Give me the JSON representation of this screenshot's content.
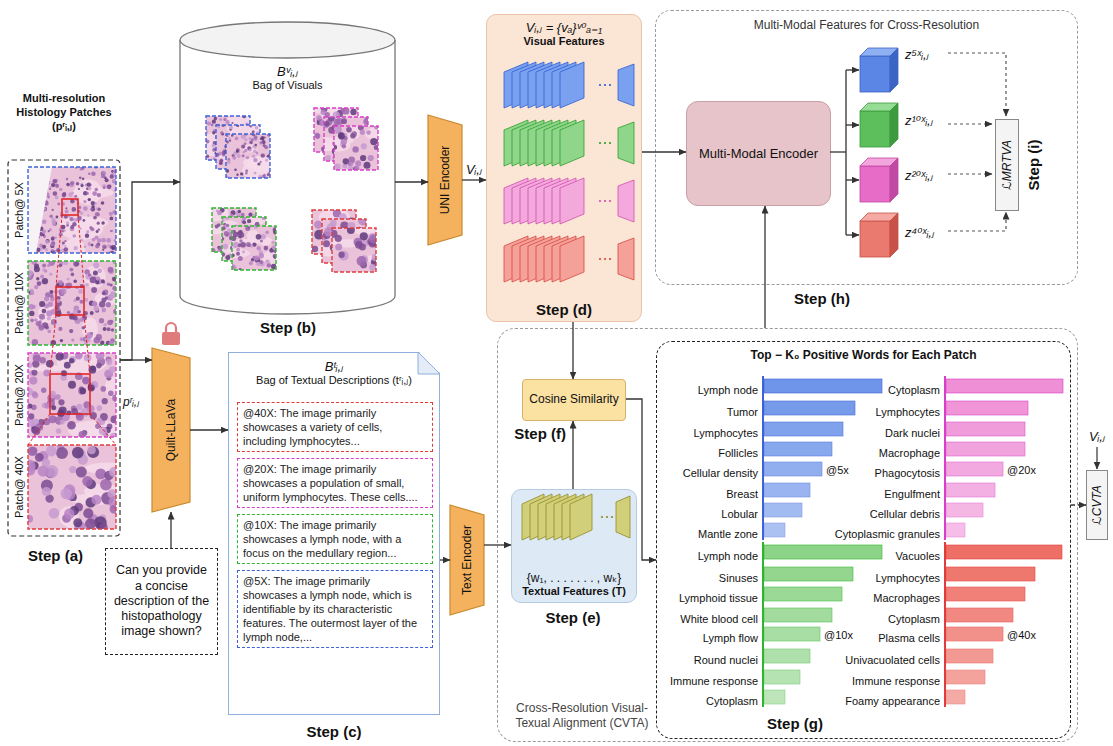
{
  "diagram": {
    "nodes": [
      {
        "text": [
          "Multi-resolution Histology Patches (pʳᵢ,ⱼ)"
        ]
      },
      {
        "text": [
          "Patch@ 5X"
        ],
        "in": 0
      },
      {
        "text": [
          "Patch@ 10X"
        ],
        "in": 0
      },
      {
        "text": [
          "Patch@ 20X"
        ],
        "in": 0
      },
      {
        "text": [
          "Patch@ 40X"
        ],
        "in": 0
      },
      {
        "text": [
          "Bᵛᵢ,ⱼ",
          "Bag of Visuals"
        ]
      },
      {
        "text": [
          "Quilt-LLaVa"
        ]
      },
      {
        "text": [
          "Can you provide a concise description of the histopathology image shown?"
        ]
      },
      {
        "text": [
          "Bᵗᵢ,ⱼ",
          "Bag of Textual Descriptions (tʳᵢ,ⱼ)"
        ]
      },
      {
        "text": [
          "@40X: The image primarily showcases a variety of cells, including lymphocytes..."
        ],
        "in": 8
      },
      {
        "text": [
          "@20X: The image primarily showcases a population of small, uniform lymphocytes. These cells...."
        ],
        "in": 8
      },
      {
        "text": [
          "@10X: The image primarily showcases a lymph node, with a focus on the medullary region..."
        ],
        "in": 8
      },
      {
        "text": [
          "@5X: The image primarily showcases a lymph node, which is identifiable by its characteristic features. The outermost layer of the lymph node,..."
        ],
        "in": 8
      },
      {
        "text": [
          "UNI Encoder"
        ]
      },
      {
        "text": [
          "Vᵢ,ⱼ = {vₐ}ᵛ⁰ₐ₌₁",
          "Visual Features"
        ]
      },
      {
        "text": [
          "Text Encoder"
        ]
      },
      {
        "text": [
          "Cross-Resolution Visual-Texual Alignment (CVTA)"
        ]
      },
      {
        "text": [
          "{w₁, . . . . . . . , wₖ}",
          "Textual Features (T)"
        ],
        "in": 16
      },
      {
        "text": [
          "Cosine Similarity"
        ],
        "in": 16
      },
      {
        "text": [
          "Top − K₀ Positive Words for Each Patch"
        ],
        "in": 16
      },
      {
        "text": [
          "Multi-Modal Features for Cross-Resolution"
        ]
      },
      {
        "text": [
          "Multi-Modal Encoder"
        ],
        "in": 20
      },
      {
        "text": [
          "ℒMRTVA"
        ],
        "in": 20
      },
      {
        "text": [
          "ℒCVTA"
        ]
      }
    ],
    "edges": [
      {
        "from": 0,
        "to": 5,
        "arrow": "to"
      },
      {
        "from": 0,
        "to": 6,
        "arrow": "to"
      },
      {
        "from": 7,
        "to": 6,
        "arrow": "to"
      },
      {
        "from": 6,
        "to": 8,
        "arrow": "to"
      },
      {
        "from": 5,
        "to": 13,
        "arrow": "to"
      },
      {
        "from": 13,
        "to": 14,
        "label": "Vᵢ,ⱼ",
        "arrow": "to"
      },
      {
        "from": 14,
        "to": 21,
        "arrow": "to"
      },
      {
        "from": 14,
        "to": 18,
        "arrow": "to"
      },
      {
        "from": 8,
        "to": 15,
        "arrow": "to"
      },
      {
        "from": 15,
        "to": 17,
        "arrow": "to"
      },
      {
        "from": 17,
        "to": 18,
        "arrow": "to"
      },
      {
        "from": 18,
        "to": 19,
        "arrow": "to"
      },
      {
        "from": 16,
        "to": 21,
        "arrow": "to"
      },
      {
        "from": 19,
        "to": 23,
        "arrow": "to"
      }
    ],
    "labels": [
      "Step (a)",
      "Step (b)",
      "Step (c)",
      "Step (d)",
      "Step (e)",
      "Step (f)",
      "Step (g)",
      "Step (h)",
      "Step (i)",
      "pʳᵢ,ⱼ",
      "z⁵ˣᵢ,ⱼ",
      "z¹⁰ˣᵢ,ⱼ",
      "z²⁰ˣᵢ,ⱼ",
      "z⁴⁰ˣᵢ,ⱼ",
      "Vᵢ,ⱼ",
      "Lymph node",
      "Tumor",
      "Lymphocytes",
      "Follicles",
      "Cellular density",
      "Breast",
      "Lobular",
      "Mantle zone",
      "@5x",
      "Cytoplasm",
      "Lymphocytes",
      "Dark nuclei",
      "Macrophage",
      "Phagocytosis",
      "Engulfment",
      "Cellular debris",
      "Cytoplasmic granules",
      "@20x",
      "Lymph node",
      "Sinuses",
      "Lymphoid tissue",
      "White blood cell",
      "Lymph flow",
      "Round nuclei",
      "Immune response",
      "Cytoplasm",
      "@10x",
      "Vacuoles",
      "Lymphocytes",
      "Macrophages",
      "Cytoplasm",
      "Plasma cells",
      "Univacuolated cells",
      "Immune response",
      "Foamy appearance",
      "@40x"
    ]
  }
}
